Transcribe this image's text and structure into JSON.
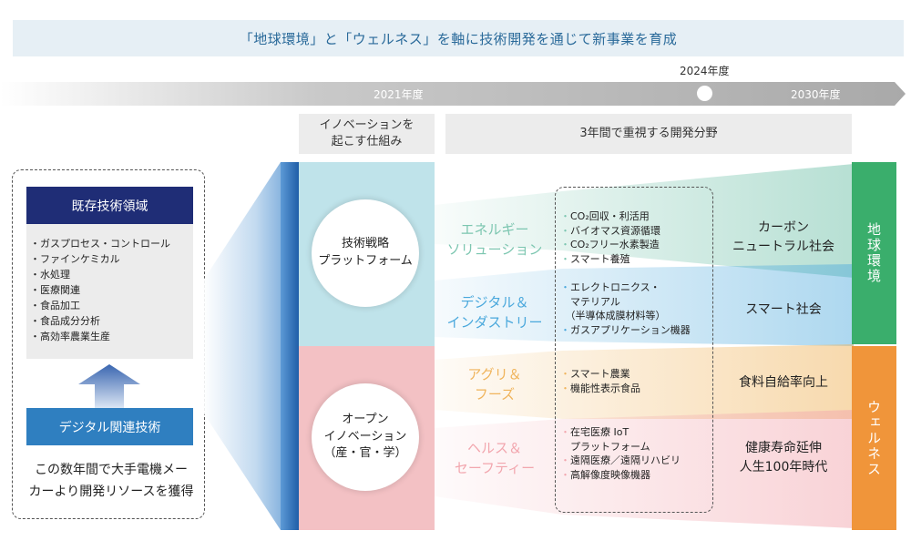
{
  "banner": "「地球環境」と「ウェルネス」を軸に技術開発を通じて新事業を育成",
  "timeline": {
    "start": "2021年度",
    "marker": "2024年度",
    "end": "2030年度"
  },
  "headers": {
    "mechanism": "イノベーションを\n起こす仕組み",
    "fields": "3年間で重視する開発分野"
  },
  "left": {
    "existing_title": "既存技術領域",
    "existing_items": [
      "・ガスプロセス・コントロール",
      "・ファインケミカル",
      "・水処理",
      "・医療関連",
      "・食品加工",
      "・食品成分分析",
      "・高効率農業生産"
    ],
    "digital_title": "デジタル関連技術",
    "note": "この数年間で大手電機メー\nカーより開発リソースを獲得"
  },
  "mechanisms": {
    "tech_strategy": "技術戦略\nプラットフォーム",
    "open_innovation": "オープン\nイノベーション\n（産・官・学）"
  },
  "fields": [
    {
      "label": "エネルギー\nソリューション",
      "color": "#7cc6b0",
      "items": [
        "・CO₂回収・利活用",
        "・バイオマス資源循環",
        "・CO₂フリー水素製造",
        "・スマート養殖"
      ],
      "goal": "カーボン\nニュートラル社会"
    },
    {
      "label": "デジタル＆\nインダストリー",
      "color": "#4aa8dc",
      "items": [
        "・エレクトロニクス・\n　マテリアル\n　（半導体成膜材料等）",
        "・ガスアプリケーション機器"
      ],
      "goal": "スマート社会"
    },
    {
      "label": "アグリ＆\nフーズ",
      "color": "#f0b45c",
      "items": [
        "・スマート農業",
        "・機能性表示食品"
      ],
      "goal": "食料自給率向上"
    },
    {
      "label": "ヘルス＆\nセーフティー",
      "color": "#f2a6ae",
      "items": [
        "・在宅医療 IoT\n　プラットフォーム",
        "・遠隔医療／遠隔リハビリ",
        "・高解像度映像機器"
      ],
      "goal": "健康寿命延伸\n人生100年時代"
    }
  ],
  "axes": {
    "earth": "地球環境",
    "wellness": "ウェルネス"
  },
  "colors": {
    "navy": "#1f2d76",
    "blue": "#2f7fc0",
    "green": "#3aae6c",
    "orange": "#f0953a",
    "mint": "#bfe3ea",
    "pink": "#f3c1c4"
  }
}
